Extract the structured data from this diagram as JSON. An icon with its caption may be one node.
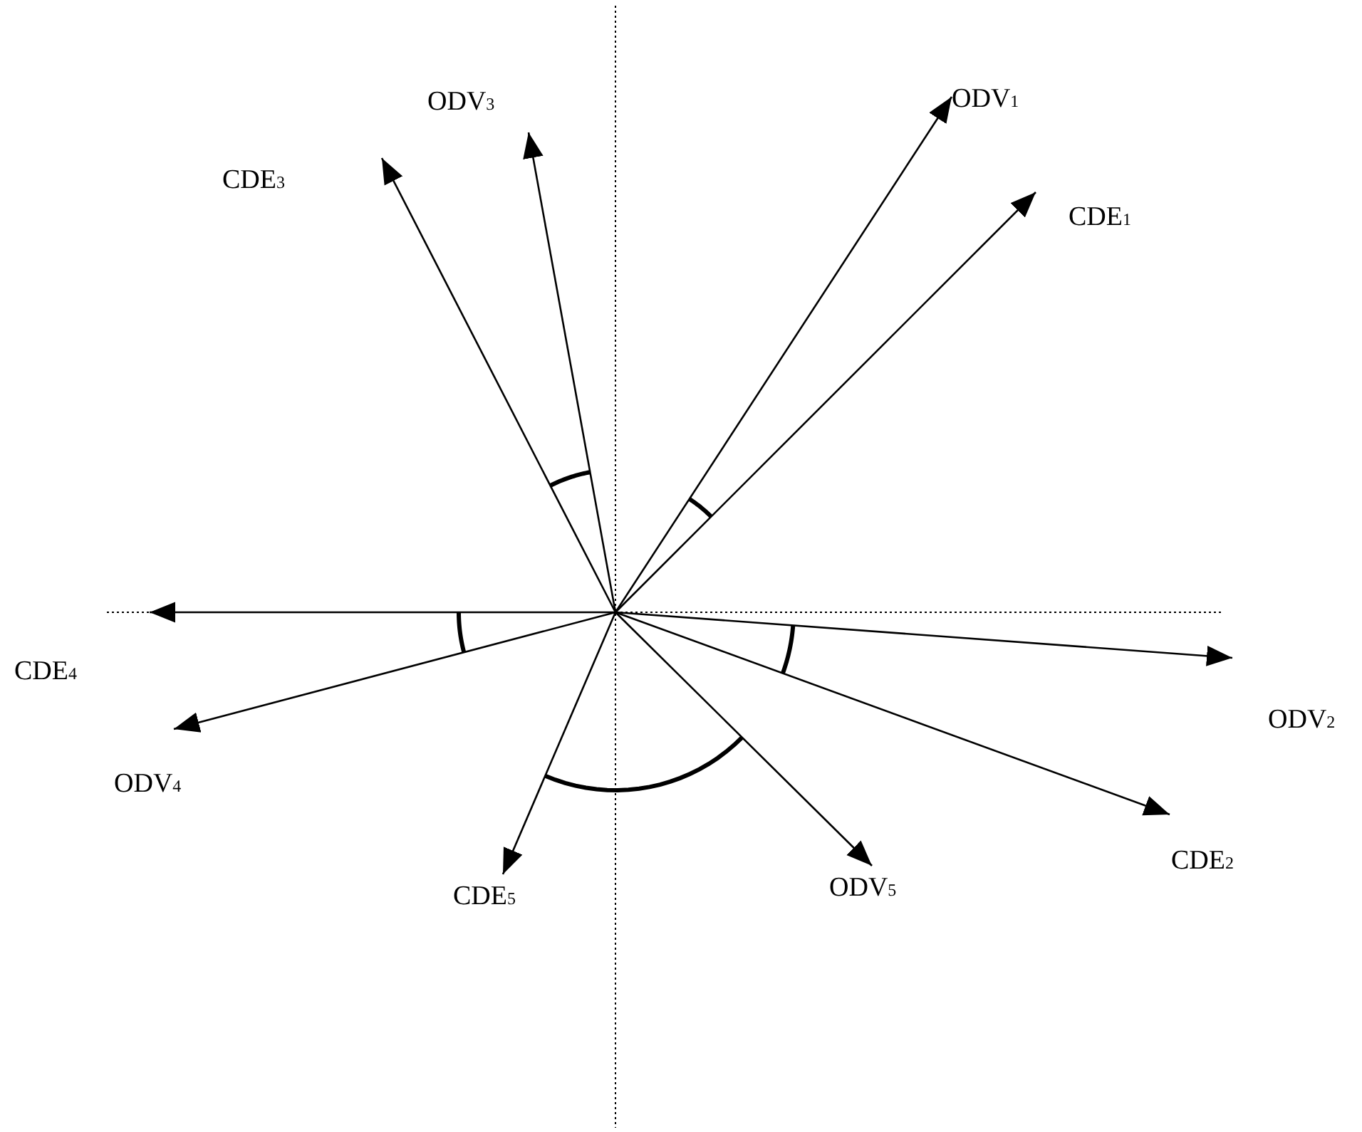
{
  "diagram": {
    "nodes": [
      {
        "text": [
          "ODV$_{3}$"
        ]
      },
      {
        "text": [
          "ODV$_{1}$"
        ]
      },
      {
        "text": [
          "CDE$_{3}$"
        ]
      },
      {
        "text": [
          "CDE$_{1}$"
        ]
      },
      {
        "text": [
          "CDE$_{4}$"
        ]
      },
      {
        "text": [
          "ODV$_{4}$"
        ]
      },
      {
        "text": [
          "ODV$_{2}$"
        ]
      },
      {
        "text": [
          "CDE$_{2}$"
        ]
      },
      {
        "text": [
          "CDE$_{5}$"
        ]
      },
      {
        "text": [
          "ODV$_{5}$"
        ]
      }
    ],
    "edges": [
      {
        "from": null,
        "to": 0,
        "arrow": "to"
      },
      {
        "from": null,
        "to": 1,
        "arrow": "to"
      },
      {
        "from": null,
        "to": 2,
        "arrow": "to"
      },
      {
        "from": null,
        "to": 3,
        "arrow": "to"
      },
      {
        "from": null,
        "to": 4,
        "arrow": "to"
      },
      {
        "from": null,
        "to": 5,
        "arrow": "to"
      },
      {
        "from": null,
        "to": 6,
        "arrow": "to"
      },
      {
        "from": null,
        "to": 7,
        "arrow": "to"
      },
      {
        "from": null,
        "to": 8,
        "arrow": "to"
      },
      {
        "from": null,
        "to": 9,
        "arrow": "to"
      }
    ]
  }
}
